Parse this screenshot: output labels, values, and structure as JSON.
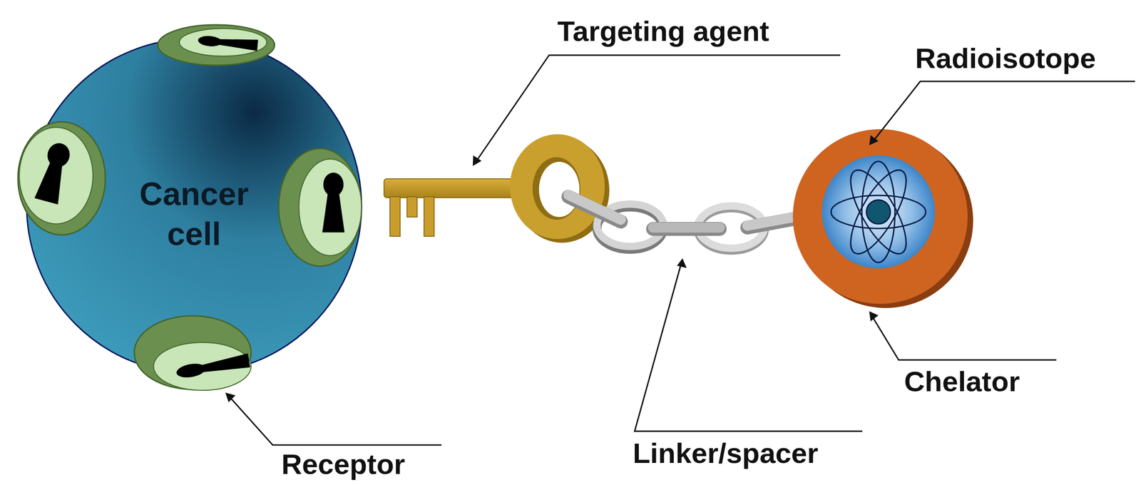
{
  "diagram": {
    "nodes": [
      {
        "text": [
          "Cancer cell"
        ]
      }
    ],
    "labels": [
      "Targeting agent",
      "Radioisotope",
      "Receptor",
      "Linker/spacer",
      "Chelator"
    ]
  }
}
